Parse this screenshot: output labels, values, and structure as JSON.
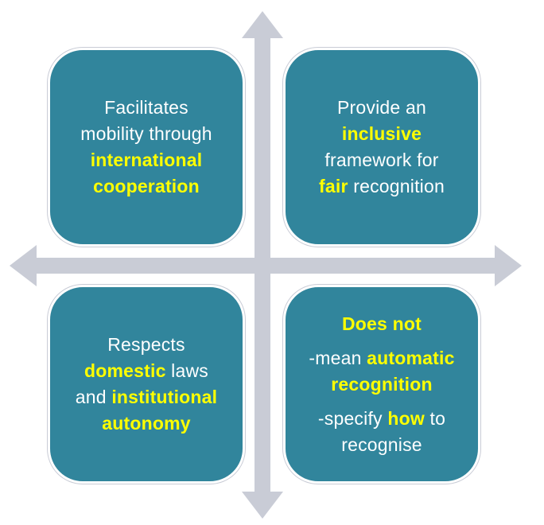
{
  "colors": {
    "box_fill": "#31859c",
    "highlight": "#ffff00",
    "text": "#ffffff",
    "arrow": "#c9ccd6"
  },
  "quadrants": {
    "top_left": {
      "line1": "Facilitates",
      "line2": "mobility through",
      "line3": "international",
      "line4": "cooperation"
    },
    "top_right": {
      "line1": "Provide an",
      "line2": "inclusive",
      "line3": "framework for",
      "line4_hl": "fair",
      "line4_rest": " recognition"
    },
    "bottom_left": {
      "line1": "Respects",
      "line2_hl": "domestic",
      "line2_rest": " laws",
      "line3_pre": "and ",
      "line3_hl": "institutional",
      "line4": "autonomy"
    },
    "bottom_right": {
      "heading": "Does not",
      "item1_pre": "-mean ",
      "item1_hl": "automatic",
      "item1_hl2": "recognition",
      "item2_pre": "-specify ",
      "item2_hl": "how",
      "item2_post": " to",
      "item2_line2": "recognise"
    }
  }
}
